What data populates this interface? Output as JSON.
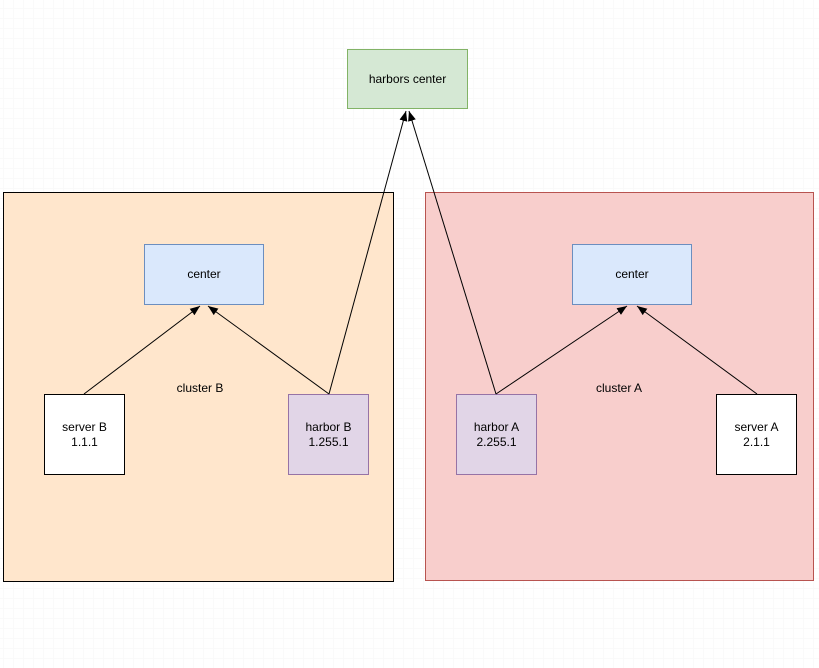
{
  "diagram": {
    "nodes": {
      "harbors_center": {
        "label": "harbors center",
        "fill": "#d5e8d4",
        "stroke": "#82b366"
      },
      "cluster_b": {
        "label": "cluster B",
        "fill": "#ffe6cc",
        "stroke": "#000000"
      },
      "cluster_a": {
        "label": "cluster A",
        "fill": "#f8cecc",
        "stroke": "#b85450"
      },
      "center_b": {
        "label": "center",
        "fill": "#dae8fc",
        "stroke": "#6c8ebf"
      },
      "center_a": {
        "label": "center",
        "fill": "#dae8fc",
        "stroke": "#6c8ebf"
      },
      "server_b": {
        "label": "server B",
        "address": "1.1.1",
        "fill": "#ffffff",
        "stroke": "#000000"
      },
      "harbor_b": {
        "label": "harbor B",
        "address": "1.255.1",
        "fill": "#e1d5e7",
        "stroke": "#9673a6"
      },
      "harbor_a": {
        "label": "harbor A",
        "address": "2.255.1",
        "fill": "#e1d5e7",
        "stroke": "#9673a6"
      },
      "server_a": {
        "label": "server A",
        "address": "2.1.1",
        "fill": "#ffffff",
        "stroke": "#000000"
      }
    },
    "edges": [
      {
        "from": "server_b",
        "to": "center_b"
      },
      {
        "from": "harbor_b",
        "to": "center_b"
      },
      {
        "from": "harbor_b",
        "to": "harbors_center"
      },
      {
        "from": "harbor_a",
        "to": "harbors_center"
      },
      {
        "from": "harbor_a",
        "to": "center_a"
      },
      {
        "from": "server_a",
        "to": "center_a"
      }
    ],
    "edge_color": "#000000",
    "canvas_background": "#ffffff",
    "grid_color": "#ebebeb"
  }
}
